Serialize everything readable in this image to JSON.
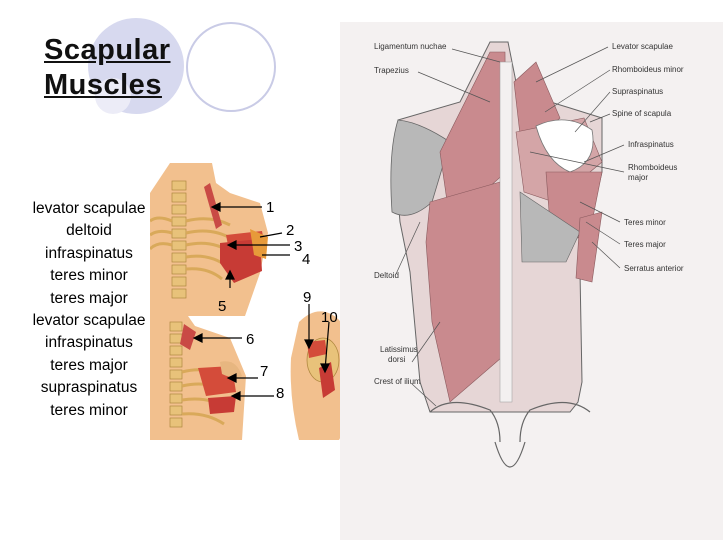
{
  "slide": {
    "title_line1": "Scapular",
    "title_line2": "Muscles"
  },
  "muscle_list": [
    "levator scapulae",
    "deltoid",
    "infraspinatus",
    "teres minor",
    "teres major",
    "levator scapulae",
    "infraspinatus",
    "teres major",
    "supraspinatus",
    "teres minor"
  ],
  "diagram_numbers": [
    "1",
    "2",
    "3",
    "4",
    "5",
    "6",
    "7",
    "8",
    "9",
    "10"
  ],
  "anatomy_labels": {
    "ligamentum_nuchae": "Ligamentum nuchae",
    "trapezius": "Trapezius",
    "levator_scapulae": "Levator scapulae",
    "rhomboideus_minor": "Rhomboideus minor",
    "supraspinatus": "Supraspinatus",
    "spine_of_scapula": "Spine of scapula",
    "infraspinatus": "Infraspinatus",
    "rhomboideus_major_1": "Rhomboideus",
    "rhomboideus_major_2": "major",
    "teres_minor": "Teres minor",
    "teres_major": "Teres major",
    "serratus_anterior": "Serratus anterior",
    "deltoid": "Deltoid",
    "latissimus_1": "Latissimus",
    "latissimus_2": "dorsi",
    "crest_of_ilium": "Crest of ilium"
  },
  "colors": {
    "muscle": "#c98a8e",
    "muscle_dark": "#a85d63",
    "bone": "#e8c27a",
    "skin": "#f2c08e",
    "accent_circle": "#d7d9ef"
  }
}
